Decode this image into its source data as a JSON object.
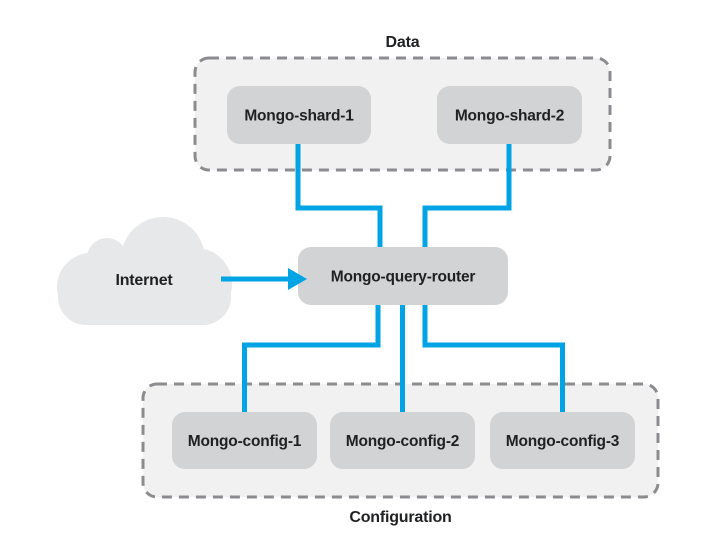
{
  "internet": {
    "label": "Internet"
  },
  "router": {
    "label": "Mongo-query-router"
  },
  "data_group": {
    "label": "Data",
    "nodes": [
      {
        "label": "Mongo-shard-1"
      },
      {
        "label": "Mongo-shard-2"
      }
    ]
  },
  "config_group": {
    "label": "Configuration",
    "nodes": [
      {
        "label": "Mongo-config-1"
      },
      {
        "label": "Mongo-config-2"
      },
      {
        "label": "Mongo-config-3"
      }
    ]
  },
  "colors": {
    "connector_blue": "#00A4E4",
    "node_fill": "#D1D3D5",
    "container_fill": "#F1F1F2",
    "container_border": "#8A8C8F",
    "cloud_fill": "#E7E8E9",
    "text": "#1F2022",
    "background": "#FFFFFF"
  }
}
